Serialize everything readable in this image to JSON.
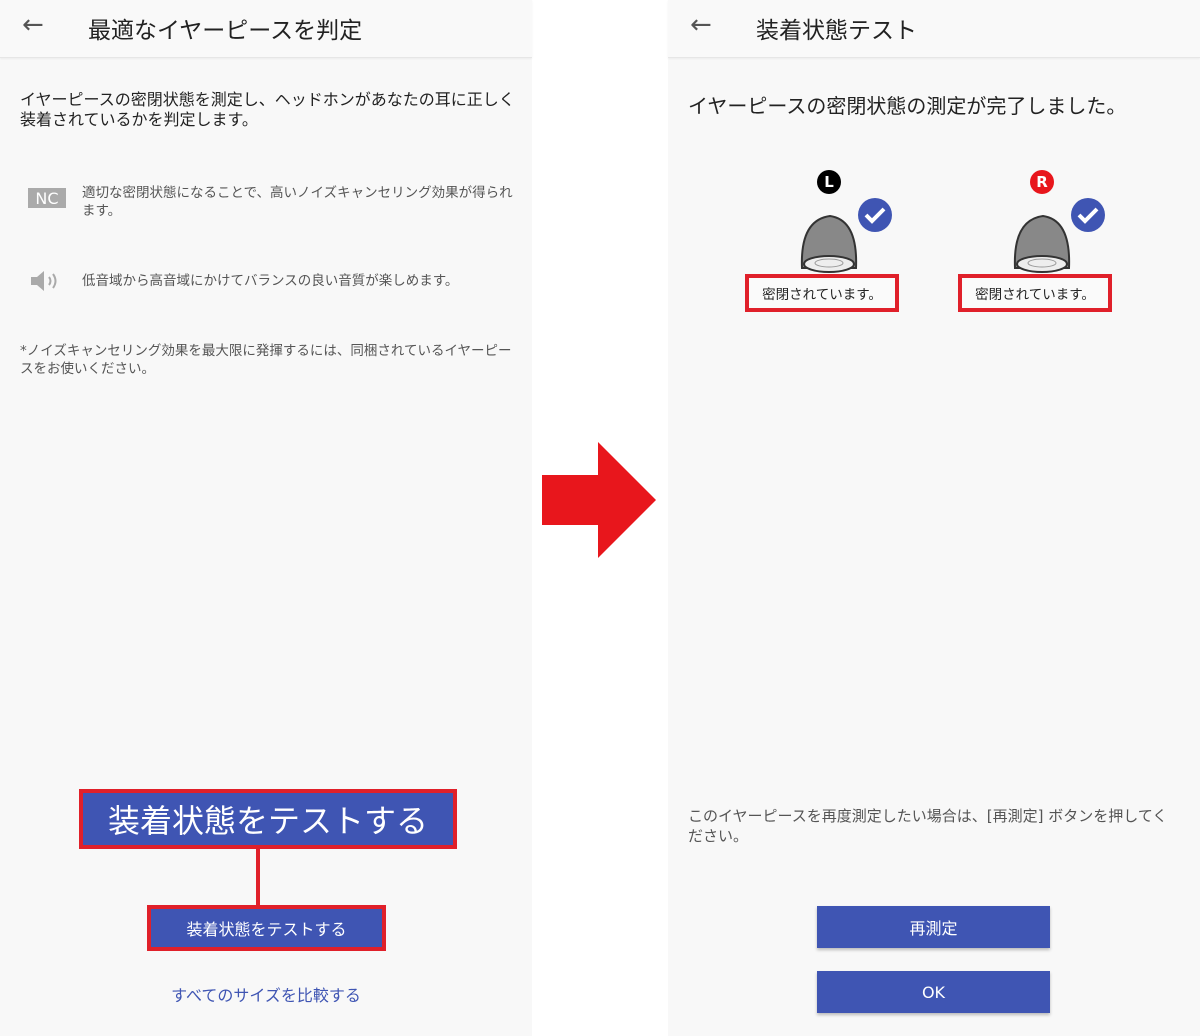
{
  "left": {
    "title": "最適なイヤーピースを判定",
    "back_icon": "arrow-left",
    "intro": "イヤーピースの密閉状態を測定し、ヘッドホンがあなたの耳に正しく装着されているかを判定します。",
    "features": [
      {
        "icon": "nc-icon",
        "text": "適切な密閉状態になることで、高いノイズキャンセリング効果が得られます。"
      },
      {
        "icon": "speaker-icon",
        "text": "低音域から高音域にかけてバランスの良い音質が楽しめます。"
      }
    ],
    "note": "*ノイズキャンセリング効果を最大限に発揮するには、同梱されているイヤーピースをお使いください。",
    "callout": "装着状態をテストする",
    "test_button": "装着状態をテストする",
    "compare_link": "すべてのサイズを比較する"
  },
  "right": {
    "title": "装着状態テスト",
    "done": "イヤーピースの密閉状態の測定が完了しました。",
    "earpieces": [
      {
        "side": "L",
        "status": "密閉されています。",
        "color": "#000000"
      },
      {
        "side": "R",
        "status": "密閉されています。",
        "color": "#e8161c"
      }
    ],
    "note": "このイヤーピースを再度測定したい場合は、[再測定] ボタンを押してください。",
    "remeasure_button": "再測定",
    "ok_button": "OK"
  },
  "colors": {
    "accent": "#3f55b3",
    "highlight": "#e0202a"
  }
}
